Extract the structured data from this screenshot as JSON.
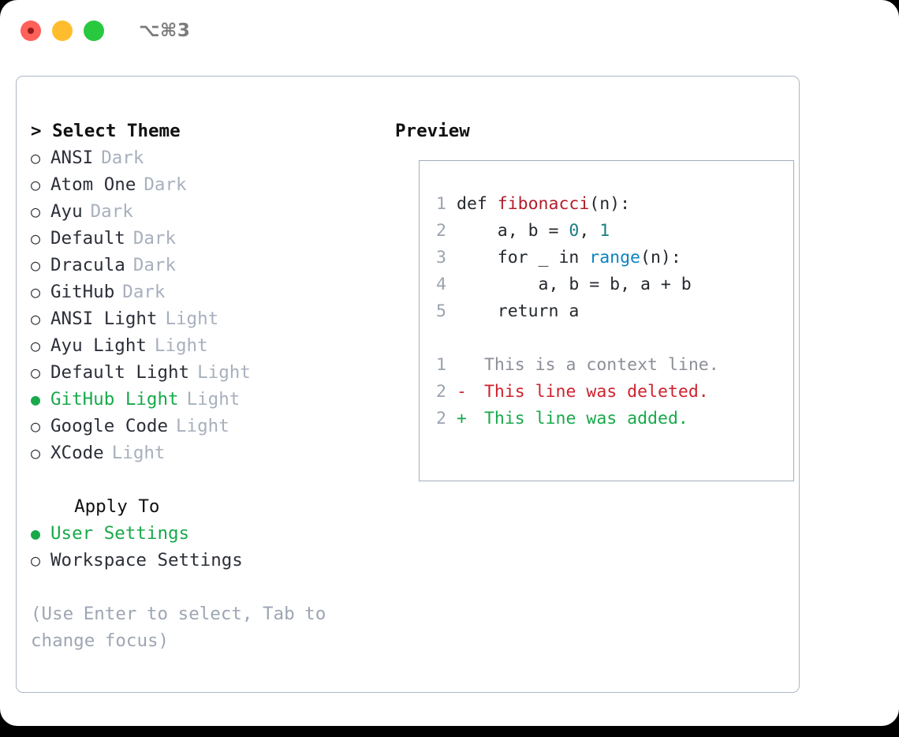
{
  "titlebar": {
    "shortcut": "⌥⌘3",
    "lights": [
      {
        "name": "close",
        "color": "#ff6059"
      },
      {
        "name": "minimize",
        "color": "#ffbd2e"
      },
      {
        "name": "maximize",
        "color": "#28c93f"
      }
    ]
  },
  "theme_picker": {
    "header": "> Select Theme",
    "selected_marker": "●",
    "unselected_marker": "○",
    "themes": [
      {
        "bullet": "○",
        "name": "ANSI",
        "tag": "Dark",
        "selected": false
      },
      {
        "bullet": "○",
        "name": "Atom One",
        "tag": "Dark",
        "selected": false
      },
      {
        "bullet": "○",
        "name": "Ayu",
        "tag": "Dark",
        "selected": false
      },
      {
        "bullet": "○",
        "name": "Default",
        "tag": "Dark",
        "selected": false
      },
      {
        "bullet": "○",
        "name": "Dracula",
        "tag": "Dark",
        "selected": false
      },
      {
        "bullet": "○",
        "name": "GitHub",
        "tag": "Dark",
        "selected": false
      },
      {
        "bullet": "○",
        "name": "ANSI Light",
        "tag": "Light",
        "selected": false
      },
      {
        "bullet": "○",
        "name": "Ayu Light",
        "tag": "Light",
        "selected": false
      },
      {
        "bullet": "○",
        "name": "Default Light",
        "tag": "Light",
        "selected": false
      },
      {
        "bullet": "●",
        "name": "GitHub Light",
        "tag": "Light",
        "selected": true
      },
      {
        "bullet": "○",
        "name": "Google Code",
        "tag": "Light",
        "selected": false
      },
      {
        "bullet": "○",
        "name": "XCode",
        "tag": "Light",
        "selected": false
      }
    ]
  },
  "apply_to": {
    "header": "  Apply To",
    "options": [
      {
        "bullet": "●",
        "label": "User Settings",
        "selected": true
      },
      {
        "bullet": "○",
        "label": "Workspace Settings",
        "selected": false
      }
    ]
  },
  "hint": "(Use Enter to select, Tab to change focus)",
  "preview": {
    "title": "Preview",
    "code_lines": [
      {
        "no": "1",
        "parts": [
          {
            "text": "def ",
            "cls": "code-text"
          },
          {
            "text": "fibonacci",
            "cls": "tok-fn"
          },
          {
            "text": "(n):",
            "cls": "code-text"
          }
        ]
      },
      {
        "no": "2",
        "parts": [
          {
            "text": "    a, b = ",
            "cls": "code-text"
          },
          {
            "text": "0",
            "cls": "tok-num"
          },
          {
            "text": ", ",
            "cls": "code-text"
          },
          {
            "text": "1",
            "cls": "tok-num"
          }
        ]
      },
      {
        "no": "3",
        "parts": [
          {
            "text": "    for _ in ",
            "cls": "code-text"
          },
          {
            "text": "range",
            "cls": "tok-call"
          },
          {
            "text": "(n):",
            "cls": "code-text"
          }
        ]
      },
      {
        "no": "4",
        "parts": [
          {
            "text": "        a, b = b, a + b",
            "cls": "code-text"
          }
        ]
      },
      {
        "no": "5",
        "parts": [
          {
            "text": "    return a",
            "cls": "code-text"
          }
        ]
      }
    ],
    "diff_lines": [
      {
        "no": "1",
        "sign": " ",
        "text": " This is a context line.",
        "kind": "diff-ctx"
      },
      {
        "no": "2",
        "sign": "-",
        "text": " This line was deleted.",
        "kind": "diff-del"
      },
      {
        "no": "2",
        "sign": "+",
        "text": " This line was added.",
        "kind": "diff-add"
      }
    ]
  },
  "colors": {
    "accent_green": "#18a94b",
    "muted": "#a8b0bd",
    "border": "#a3adbb",
    "diff_delete": "#cf222e",
    "diff_add": "#18a94b",
    "token_function": "#b31d28",
    "token_number": "#1b7c83",
    "token_call": "#0a84c1"
  }
}
